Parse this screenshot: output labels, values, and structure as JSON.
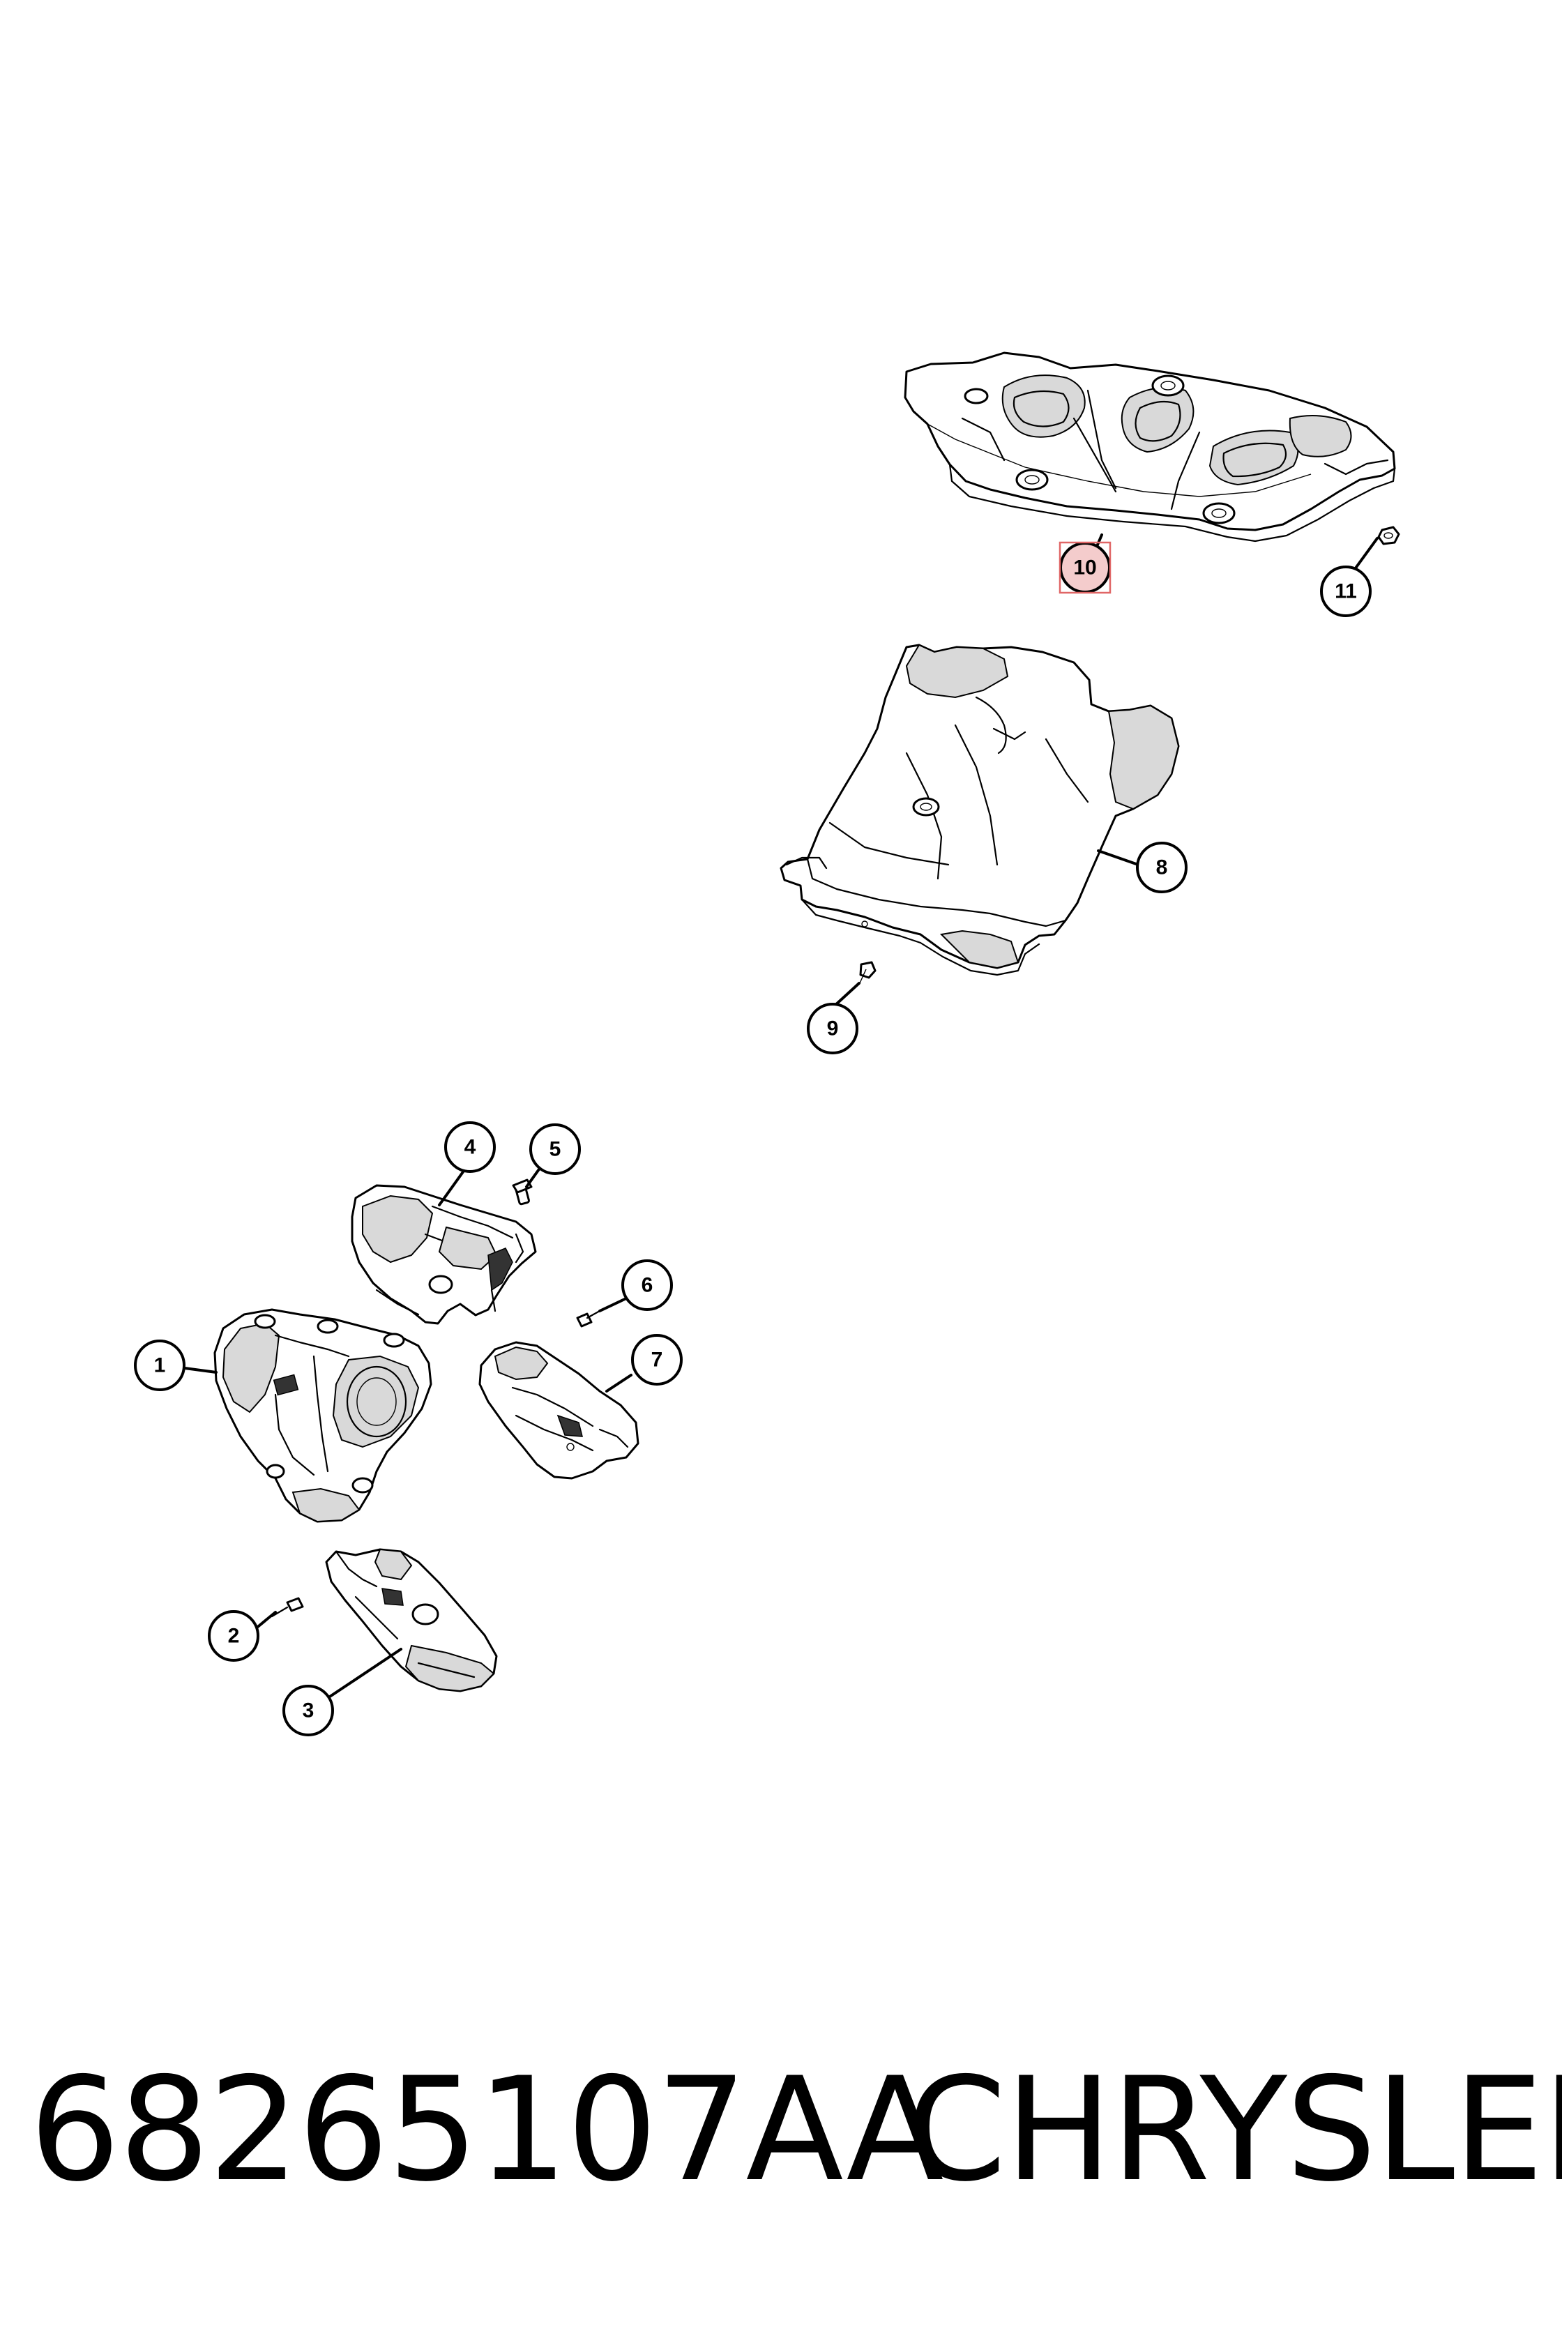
{
  "footer": {
    "part_number": "68265107AA",
    "brand": "CHRYSLER"
  },
  "callouts": [
    {
      "label": "1",
      "highlighted": false
    },
    {
      "label": "2",
      "highlighted": false
    },
    {
      "label": "3",
      "highlighted": false
    },
    {
      "label": "4",
      "highlighted": false
    },
    {
      "label": "5",
      "highlighted": false
    },
    {
      "label": "6",
      "highlighted": false
    },
    {
      "label": "7",
      "highlighted": false
    },
    {
      "label": "8",
      "highlighted": false
    },
    {
      "label": "9",
      "highlighted": false
    },
    {
      "label": "10",
      "highlighted": true
    },
    {
      "label": "11",
      "highlighted": false
    }
  ],
  "colors": {
    "highlight_fill": "#f4cccc",
    "highlight_box": "#e06666",
    "line": "#000000",
    "background": "#ffffff"
  }
}
